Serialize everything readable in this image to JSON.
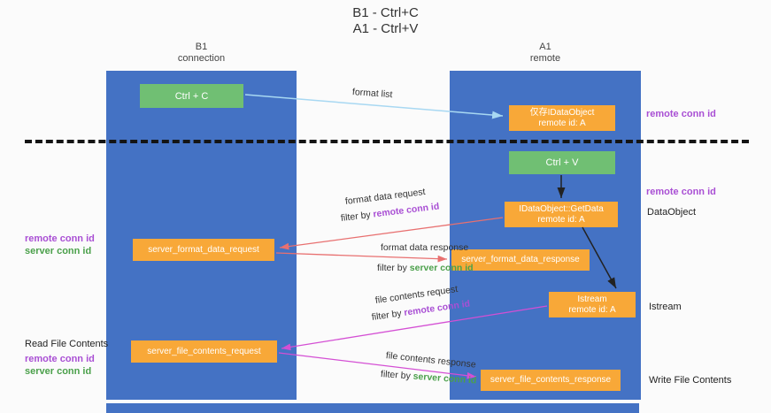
{
  "title": {
    "line1": "B1 - Ctrl+C",
    "line2": "A1 - Ctrl+V"
  },
  "lanes": {
    "left": {
      "name": "B1",
      "subtitle": "connection"
    },
    "right": {
      "name": "A1",
      "subtitle": "remote"
    }
  },
  "nodes": {
    "ctrl_c": {
      "label": "Ctrl + C"
    },
    "idataobject": {
      "line1": "仅存IDataObject",
      "line2": "remote id: A"
    },
    "ctrl_v": {
      "label": "Ctrl + V"
    },
    "getdata": {
      "line1": "IDataObject::GetData",
      "line2": "remote id: A"
    },
    "format_request": {
      "label": "server_format_data_request"
    },
    "format_response": {
      "label": "server_format_data_response"
    },
    "istream": {
      "line1": "Istream",
      "line2": "remote id: A"
    },
    "file_request": {
      "label": "server_file_contents_request"
    },
    "file_response": {
      "label": "server_file_contents_response"
    }
  },
  "side_labels": {
    "remote_conn_id_top": "remote conn id",
    "remote_conn_id_mid": "remote conn id",
    "dataobject": "DataObject",
    "istream": "Istream",
    "write_file_contents": "Write File Contents",
    "read_file_contents": "Read File Contents",
    "left_remote_conn_id_1": "remote conn id",
    "left_server_conn_id_1": "server conn id",
    "left_remote_conn_id_2": "remote conn id",
    "left_server_conn_id_2": "server conn id"
  },
  "arrow_labels": {
    "format_list": "format list",
    "format_data_request": "format data request",
    "filter_by": "filter by ",
    "remote_conn_id": "remote conn id",
    "format_data_response": "format data response",
    "server_conn_id": "server conn id",
    "file_contents_request": "file contents request",
    "file_contents_response": "file contents response"
  },
  "colors": {
    "lane_blue": "#4472c4",
    "box_orange": "#f8a838",
    "box_green": "#70bf73",
    "purple_text": "#a94fd4",
    "green_text": "#4ba04b",
    "arrow_red": "#e87070",
    "arrow_magenta": "#d44fd4",
    "arrow_light_blue": "#a8d8f2",
    "arrow_black": "#222222"
  }
}
